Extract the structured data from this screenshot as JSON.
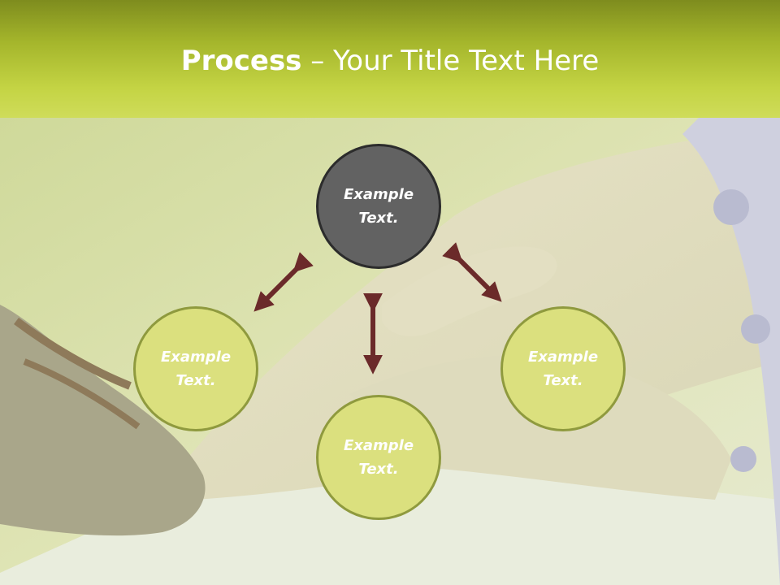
{
  "title": {
    "bold": "Process",
    "rest": " – Your Title Text Here"
  },
  "nodes": [
    {
      "line1": "Example",
      "line2": "Text."
    },
    {
      "line1": "Example",
      "line2": "Text."
    },
    {
      "line1": "Example",
      "line2": "Text."
    },
    {
      "line1": "Example",
      "line2": "Text."
    }
  ],
  "colors": {
    "header_top": "#7e8c1e",
    "header_bottom": "#cfdc5a",
    "center_node": "#626262",
    "outer_node": "#dbe07e",
    "arrow": "#6b2a2a"
  }
}
